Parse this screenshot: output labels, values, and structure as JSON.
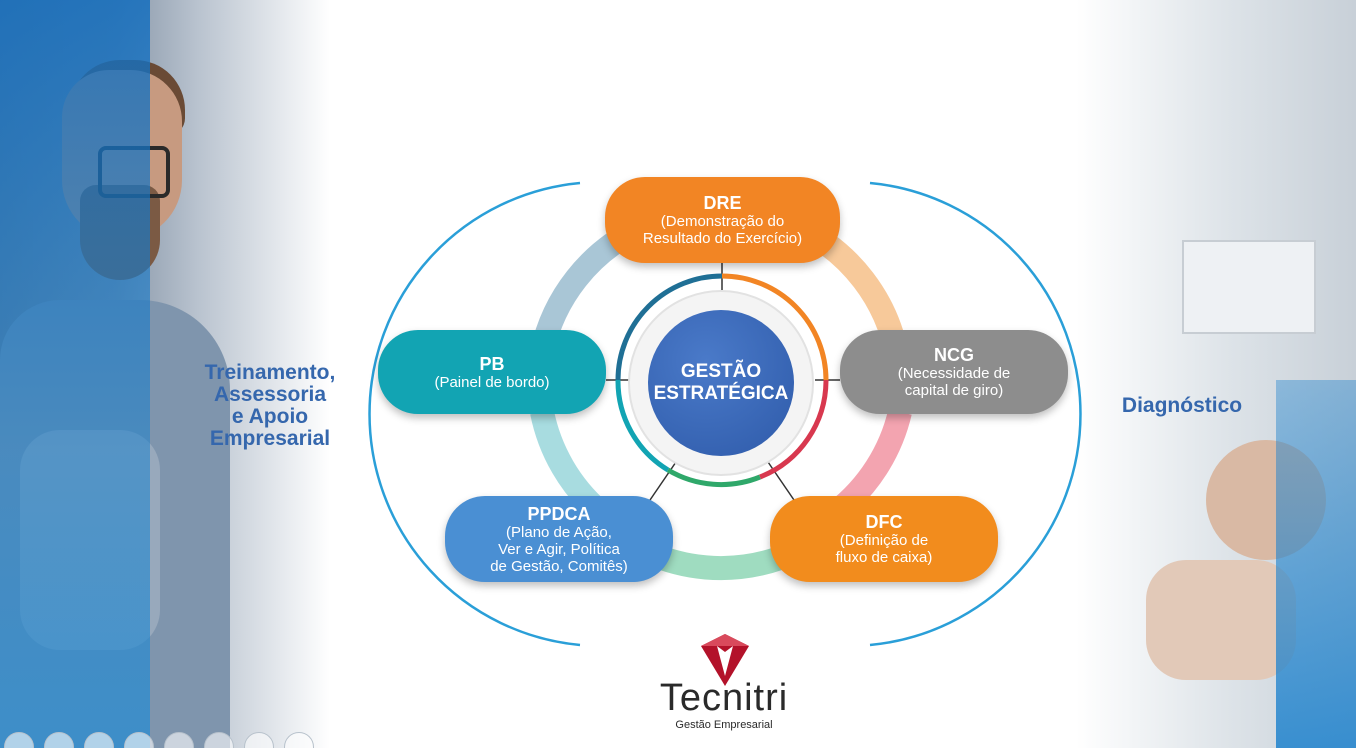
{
  "diagram": {
    "left_label": "Treinamento,\nAssessoria\ne Apoio\nEmpresarial",
    "right_label": "Diagnóstico",
    "center": {
      "label": "GESTÃO\nESTRATÉGICA"
    },
    "nodes": [
      {
        "id": "dre",
        "title": "DRE",
        "description": "(Demonstração do\nResultado do Exercício)"
      },
      {
        "id": "ncg",
        "title": "NCG",
        "description": "(Necessidade de\ncapital de giro)"
      },
      {
        "id": "dfc",
        "title": "DFC",
        "description": "(Definição de\nfluxo de caixa)"
      },
      {
        "id": "ppdca",
        "title": "PPDCA",
        "description": "(Plano de Ação,\nVer e Agir, Política\nde Gestão, Comitês)"
      },
      {
        "id": "pb",
        "title": "PB",
        "description": "(Painel de bordo)"
      }
    ]
  },
  "logo": {
    "name": "Tecnitri",
    "tagline": "Gestão Empresarial"
  },
  "colors": {
    "dre": "#f28524",
    "ncg": "#8d8d8d",
    "dfc": "#f28c1d",
    "ppdca": "#4a8fd3",
    "pb": "#12a4b3",
    "center": "#2e5aa9",
    "accent_text": "#3567ad",
    "logo_red": "#b3122a"
  },
  "toolbar": {
    "icons": [
      "back-icon",
      "play-icon",
      "pen-icon",
      "slides-icon",
      "zoom-icon",
      "subtitle-icon",
      "video-off-icon",
      "more-icon"
    ]
  }
}
